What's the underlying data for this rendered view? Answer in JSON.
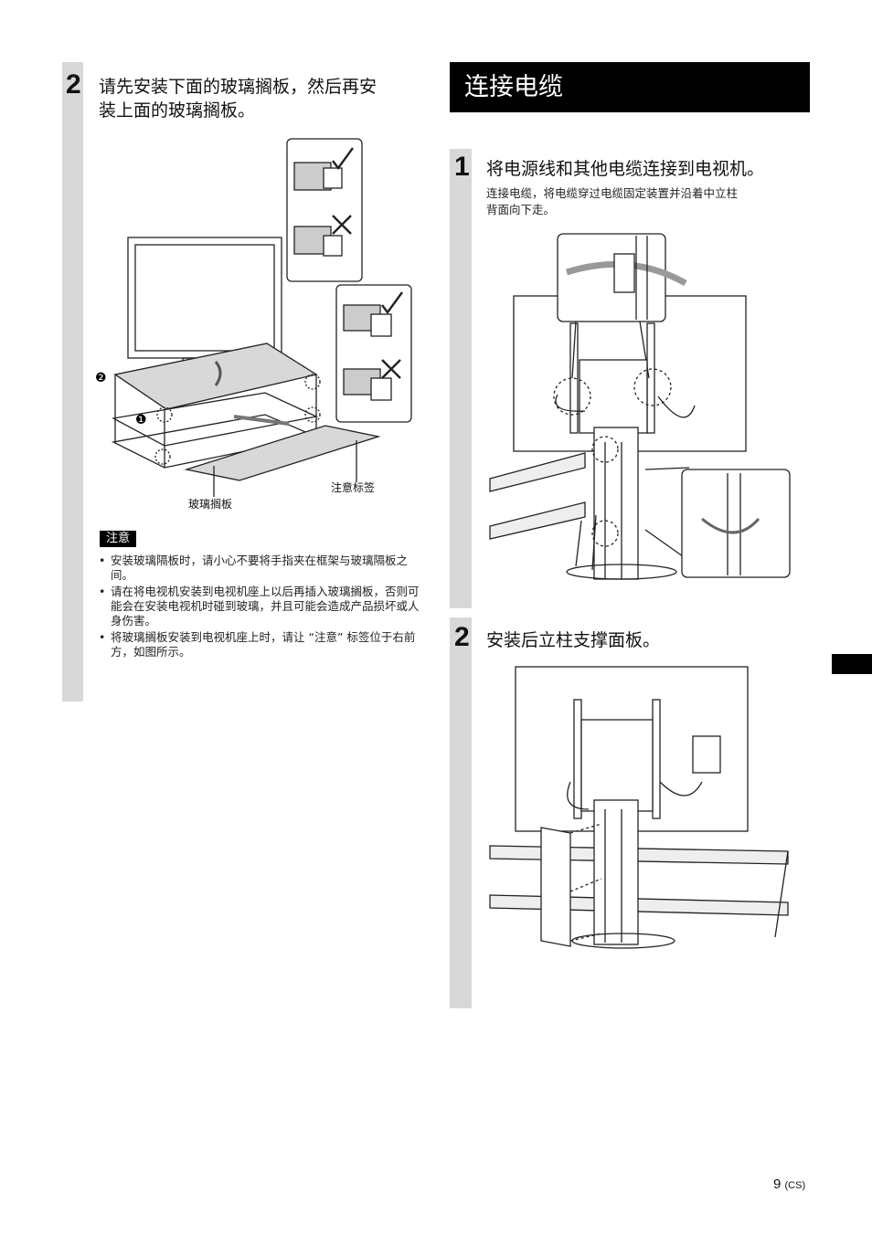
{
  "left_column": {
    "step_number": "2",
    "step_title_line1": "请先安装下面的玻璃搁板，然后再安",
    "step_title_line2": "装上面的玻璃搁板。",
    "figure": {
      "callout_1": "❶",
      "callout_2": "❷",
      "label_glass_shelf": "玻璃搁板",
      "label_caution_tag": "注意标签"
    },
    "caution": {
      "badge": "注意",
      "bullets": [
        "安装玻璃隔板时，请小心不要将手指夹在框架与玻璃隔板之间。",
        "请在将电视机安装到电视机座上以后再插入玻璃搁板，否则可能会在安装电视机时碰到玻璃，并且可能会造成产品损坏或人身伤害。",
        "将玻璃搁板安装到电视机座上时，请让 “注意” 标签位于右前方，如图所示。"
      ]
    }
  },
  "right_column": {
    "section_title": "连接电缆",
    "step1": {
      "number": "1",
      "title": "将电源线和其他电缆连接到电视机。",
      "desc_line1": "连接电缆，将电缆穿过电缆固定装置并沿着中立柱",
      "desc_line2": "背面向下走。"
    },
    "step2": {
      "number": "2",
      "title": "安装后立柱支撑面板。"
    }
  },
  "footer": {
    "page_number": "9",
    "page_lang": "(CS)"
  },
  "colors": {
    "step_bar": "#d8d8d8",
    "header_bg": "#000000",
    "header_text": "#ffffff"
  }
}
